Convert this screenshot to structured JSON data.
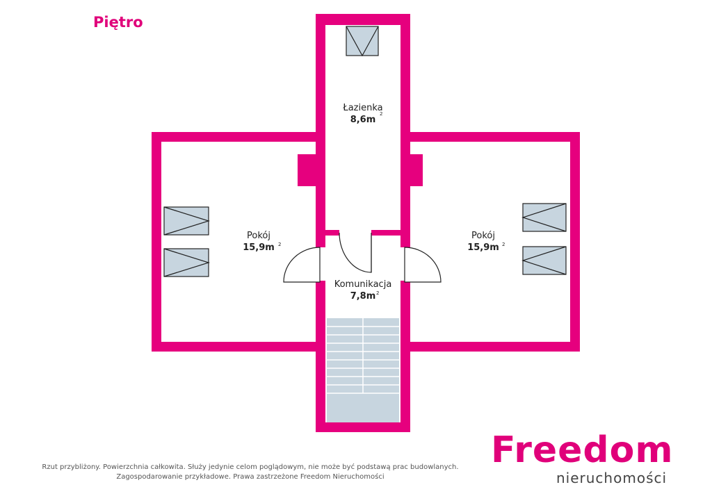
{
  "floor_title": "Piętro",
  "rooms": [
    {
      "name": "Łazienka",
      "area": "8,6m",
      "unit_sup": "2"
    },
    {
      "name": "Pokój",
      "area": "15,9m",
      "unit_sup": "2"
    },
    {
      "name": "Pokój",
      "area": "15,9m",
      "unit_sup": "2"
    },
    {
      "name": "Komunikacja",
      "area": "7,8m",
      "unit_sup": "2"
    }
  ],
  "disclaimer": {
    "line1": "Rzut przybliżony. Powierzchnia całkowita. Służy jedynie celom poglądowym, nie może być podstawą prac budowlanych.",
    "line2": "Zagospodarowanie przykładowe. Prawa zastrzeżone Freedom Nieruchomości"
  },
  "logo": {
    "main": "Freedom",
    "sub": "nieruchomości"
  },
  "colors": {
    "wall": "#e6007e",
    "window": "#c7d5df",
    "stairs": "#c7d5df",
    "floor": "#ffffff"
  }
}
